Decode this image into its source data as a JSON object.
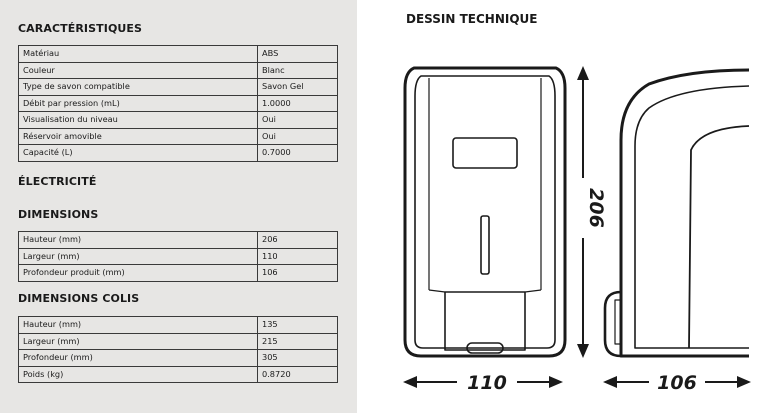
{
  "sections": {
    "caracteristiques": "CARACTÉRISTIQUES",
    "electricite": "ÉLECTRICITÉ",
    "dimensions": "DIMENSIONS",
    "dimensions_colis": "DIMENSIONS COLIS",
    "dessin": "DESSIN TECHNIQUE"
  },
  "caracteristiques": [
    {
      "label": "Matériau",
      "value": "ABS"
    },
    {
      "label": "Couleur",
      "value": "Blanc"
    },
    {
      "label": "Type de savon compatible",
      "value": "Savon Gel"
    },
    {
      "label": "Débit par pression (mL)",
      "value": "1.0000"
    },
    {
      "label": "Visualisation du niveau",
      "value": "Oui"
    },
    {
      "label": "Réservoir amovible",
      "value": "Oui"
    },
    {
      "label": "Capacité (L)",
      "value": "0.7000"
    }
  ],
  "dimensions": [
    {
      "label": "Hauteur (mm)",
      "value": "206"
    },
    {
      "label": "Largeur (mm)",
      "value": "110"
    },
    {
      "label": "Profondeur produit (mm)",
      "value": "106"
    }
  ],
  "dimensions_colis": [
    {
      "label": "Hauteur (mm)",
      "value": "135"
    },
    {
      "label": "Largeur (mm)",
      "value": "215"
    },
    {
      "label": "Profondeur (mm)",
      "value": "305"
    },
    {
      "label": "Poids (kg)",
      "value": "0.8720"
    }
  ],
  "drawing": {
    "height": "206",
    "width": "110",
    "depth": "106"
  }
}
